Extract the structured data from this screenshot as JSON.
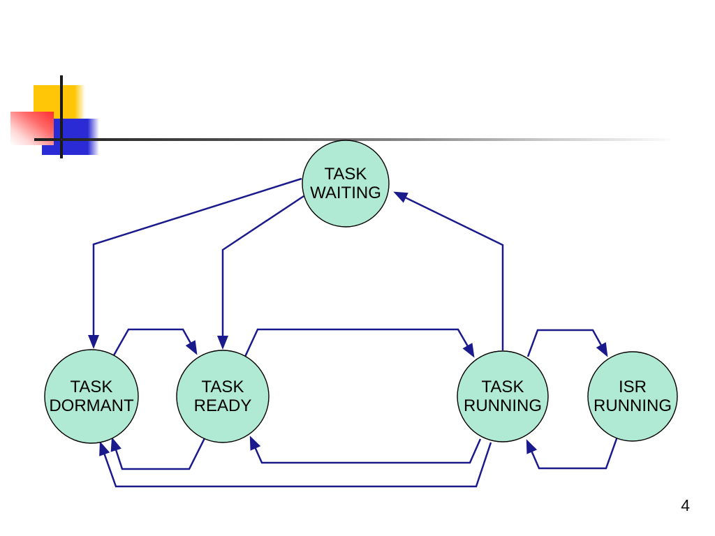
{
  "slide": {
    "page_number": "4",
    "background": "#ffffff"
  },
  "colors": {
    "node_fill": "#b0e9d4",
    "node_border": "#000000",
    "arrow": "#1a1a8c",
    "decoration_yellow": "#ffc608",
    "decoration_red": "#ff2e2e",
    "decoration_blue": "#2b2bd5",
    "crosshair_line": "#1a1a1a"
  },
  "diagram": {
    "type": "state-diagram",
    "nodes": [
      {
        "id": "task-waiting",
        "line1": "TASK",
        "line2": "WAITING"
      },
      {
        "id": "task-dormant",
        "line1": "TASK",
        "line2": "DORMANT"
      },
      {
        "id": "task-ready",
        "line1": "TASK",
        "line2": "READY"
      },
      {
        "id": "task-running",
        "line1": "TASK",
        "line2": "RUNNING"
      },
      {
        "id": "isr-running",
        "line1": "ISR",
        "line2": "RUNNING"
      }
    ],
    "edges": [
      {
        "from": "task-waiting",
        "to": "task-dormant"
      },
      {
        "from": "task-waiting",
        "to": "task-ready"
      },
      {
        "from": "task-dormant",
        "to": "task-ready"
      },
      {
        "from": "task-ready",
        "to": "task-running"
      },
      {
        "from": "task-running",
        "to": "task-waiting"
      },
      {
        "from": "task-running",
        "to": "isr-running"
      },
      {
        "from": "isr-running",
        "to": "task-running"
      },
      {
        "from": "task-running",
        "to": "task-ready"
      },
      {
        "from": "task-running",
        "to": "task-dormant"
      },
      {
        "from": "task-ready",
        "to": "task-dormant"
      }
    ]
  }
}
